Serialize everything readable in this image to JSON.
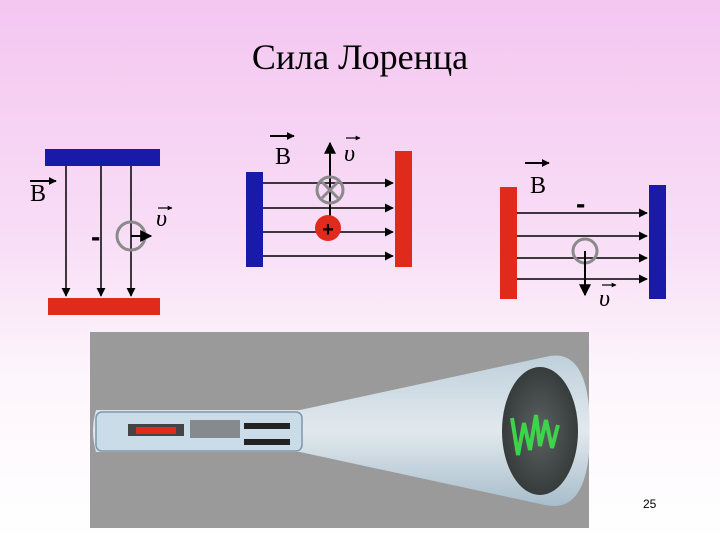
{
  "title": "Сила Лоренца",
  "labels": {
    "field_b": "B",
    "velocity": "υ",
    "minus": "-",
    "plus": "+"
  },
  "colors": {
    "plate_blue": "#1a1aa8",
    "plate_red": "#e02a1c",
    "charge_ring": "#8a8a8a"
  },
  "page_number": "25"
}
